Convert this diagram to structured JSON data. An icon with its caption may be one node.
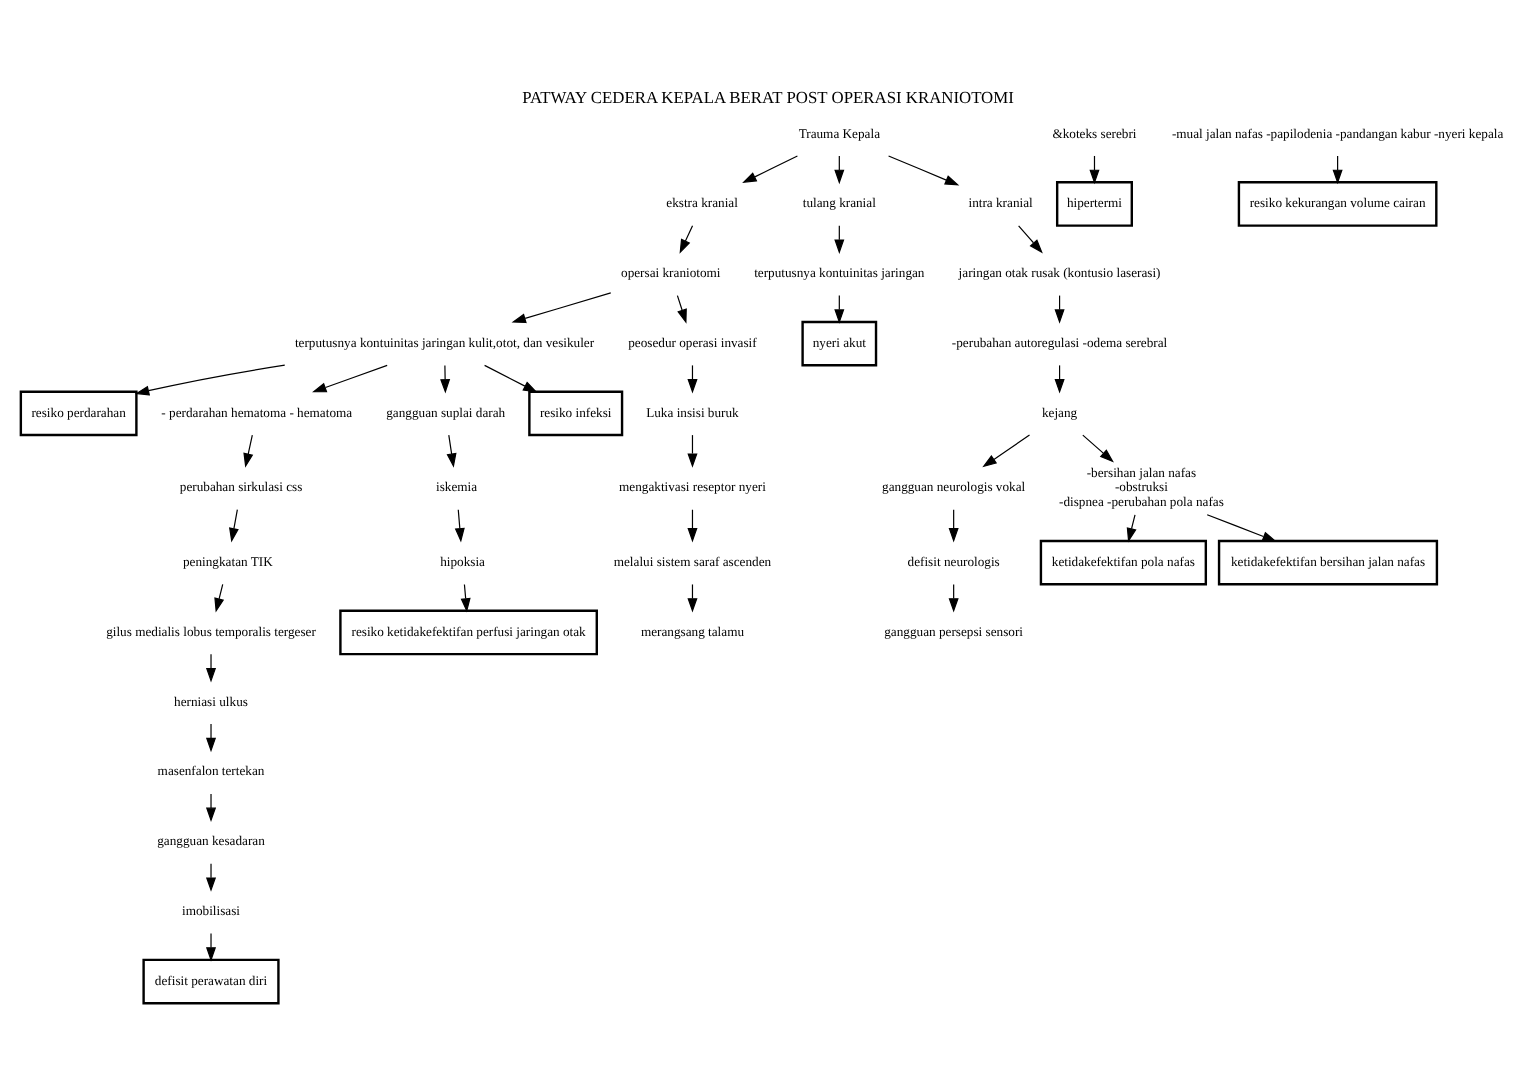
{
  "diagram": {
    "title": "PATWAY CEDERA KEPALA BERAT POST OPERASI KRANIOTOMI",
    "nodes": [
      {
        "text": [
          "Trauma Kepala"
        ]
      },
      {
        "text": [
          "ekstra kranial"
        ]
      },
      {
        "text": [
          "opersai kraniotomi"
        ]
      },
      {
        "text": [
          "terputusnya kontuinitas jaringan kulit,otot, dan vesikuler"
        ]
      },
      {
        "text": [
          "peosedur operasi invasif"
        ]
      },
      {
        "text": [
          "Luka insisi buruk"
        ]
      },
      {
        "text": [
          "mengaktivasi reseptor nyeri"
        ]
      },
      {
        "text": [
          "resiko perdarahan"
        ]
      },
      {
        "text": [
          "melalui sistem saraf ascenden"
        ]
      },
      {
        "text": [
          "merangsang talamu"
        ]
      },
      {
        "text": [
          "&koteks serebri"
        ]
      },
      {
        "text": [
          "hipertermi"
        ]
      },
      {
        "text": [
          "tulang kranial"
        ]
      },
      {
        "text": [
          "terputusnya kontuinitas jaringan"
        ]
      },
      {
        "text": [
          "nyeri akut"
        ]
      },
      {
        "text": [
          "intra kranial"
        ]
      },
      {
        "text": [
          "jaringan otak rusak (kontusio laserasi)"
        ]
      },
      {
        "text": [
          "-perubahan autoregulasi -odema serebral"
        ]
      },
      {
        "text": [
          "kejang"
        ]
      },
      {
        "text": [
          "- perdarahan hematoma - hematoma"
        ]
      },
      {
        "text": [
          "gangguan suplai darah"
        ]
      },
      {
        "text": [
          "resiko infeksi"
        ]
      },
      {
        "text": [
          "perubahan sirkulasi css"
        ]
      },
      {
        "text": [
          "iskemia"
        ]
      },
      {
        "text": [
          "peningkatan TIK"
        ]
      },
      {
        "text": [
          "hipoksia"
        ]
      },
      {
        "text": [
          "resiko ketidakefektifan perfusi jaringan otak"
        ]
      },
      {
        "text": [
          "gilus medialis lobus temporalis tergeser"
        ]
      },
      {
        "text": [
          "-mual jalan nafas -papilodenia -pandangan kabur -nyeri kepala"
        ]
      },
      {
        "text": [
          "resiko kekurangan volume cairan"
        ]
      },
      {
        "text": [
          "herniasi ulkus"
        ]
      },
      {
        "text": [
          "masenfalon tertekan"
        ]
      },
      {
        "text": [
          "gangguan kesadaran"
        ]
      },
      {
        "text": [
          "imobilisasi"
        ]
      },
      {
        "text": [
          "defisit perawatan diri"
        ]
      },
      {
        "text": [
          "gangguan neurologis vokal"
        ]
      },
      {
        "text": [
          "defisit neurologis"
        ]
      },
      {
        "text": [
          "gangguan persepsi sensori"
        ]
      },
      {
        "text": [
          "-bersihan jalan nafas",
          "-obstruksi",
          "-dispnea -perubahan pola nafas"
        ]
      },
      {
        "text": [
          "ketidakefektifan pola nafas"
        ]
      },
      {
        "text": [
          "ketidakefektifan bersihan jalan nafas"
        ]
      }
    ],
    "edges": [
      {
        "from": 0,
        "to": 1,
        "arrow": "to"
      },
      {
        "from": 0,
        "to": 12,
        "arrow": "to"
      },
      {
        "from": 0,
        "to": 15,
        "arrow": "to"
      },
      {
        "from": 1,
        "to": 2,
        "arrow": "to"
      },
      {
        "from": 2,
        "to": 3,
        "arrow": "to"
      },
      {
        "from": 2,
        "to": 4,
        "arrow": "to"
      },
      {
        "from": 4,
        "to": 5,
        "arrow": "to"
      },
      {
        "from": 5,
        "to": 6,
        "arrow": "to"
      },
      {
        "from": 6,
        "to": 8,
        "arrow": "to"
      },
      {
        "from": 8,
        "to": 9,
        "arrow": "to"
      },
      {
        "from": 10,
        "to": 11,
        "arrow": "to"
      },
      {
        "from": 3,
        "to": 7,
        "arrow": "to"
      },
      {
        "from": 12,
        "to": 13,
        "arrow": "to"
      },
      {
        "from": 13,
        "to": 14,
        "arrow": "to"
      },
      {
        "from": 15,
        "to": 16,
        "arrow": "to"
      },
      {
        "from": 16,
        "to": 17,
        "arrow": "to"
      },
      {
        "from": 17,
        "to": 18,
        "arrow": "to"
      },
      {
        "from": 18,
        "to": 35,
        "arrow": "to"
      },
      {
        "from": 18,
        "to": 38,
        "arrow": "to"
      },
      {
        "from": 35,
        "to": 36,
        "arrow": "to"
      },
      {
        "from": 36,
        "to": 37,
        "arrow": "to"
      },
      {
        "from": 38,
        "to": 39,
        "arrow": "to"
      },
      {
        "from": 38,
        "to": 40,
        "arrow": "to"
      },
      {
        "from": 3,
        "to": 19,
        "arrow": "to"
      },
      {
        "from": 3,
        "to": 20,
        "arrow": "to"
      },
      {
        "from": 3,
        "to": 21,
        "arrow": "to"
      },
      {
        "from": 19,
        "to": 22,
        "arrow": "to"
      },
      {
        "from": 22,
        "to": 24,
        "arrow": "to"
      },
      {
        "from": 24,
        "to": 27,
        "arrow": "to"
      },
      {
        "from": 27,
        "to": 30,
        "arrow": "to"
      },
      {
        "from": 30,
        "to": 31,
        "arrow": "to"
      },
      {
        "from": 31,
        "to": 32,
        "arrow": "to"
      },
      {
        "from": 32,
        "to": 33,
        "arrow": "to"
      },
      {
        "from": 33,
        "to": 34,
        "arrow": "to"
      },
      {
        "from": 20,
        "to": 23,
        "arrow": "to"
      },
      {
        "from": 23,
        "to": 25,
        "arrow": "to"
      },
      {
        "from": 25,
        "to": 26,
        "arrow": "to"
      },
      {
        "from": 28,
        "to": 29,
        "arrow": "to"
      }
    ]
  }
}
